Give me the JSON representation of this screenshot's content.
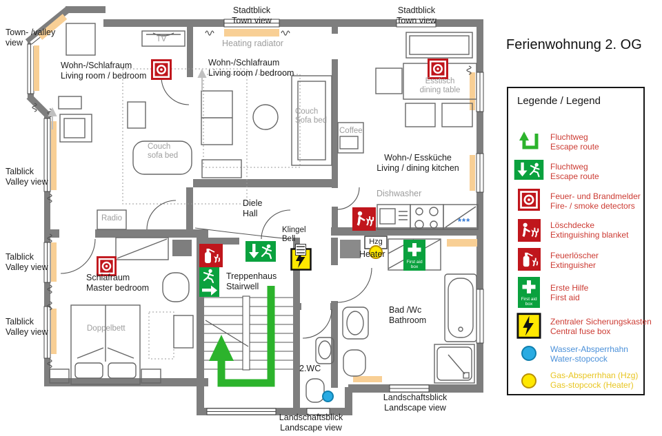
{
  "title": "Ferienwohnung 2. OG",
  "colors": {
    "wall": "#7e7e7e",
    "radiator": "#f8cf95",
    "escape_green": "#2cb32c",
    "sign_green": "#0aa13e",
    "alarm_red": "#c0161c",
    "fuse_yellow": "#ffe800",
    "water_blue": "#29abe2",
    "legend_red_text": "#cc3b33",
    "legend_blue_text": "#4a90d9",
    "legend_yellow_text": "#e8c520"
  },
  "icons": {
    "escape_route_arrow": "escape-route-arrow-icon",
    "escape_route_sign": "escape-route-sign-icon",
    "smoke_detector": "smoke-detector-icon",
    "extinguishing_blanket": "extinguishing-blanket-icon",
    "fire_extinguisher": "fire-extinguisher-icon",
    "first_aid": "first-aid-icon",
    "fuse_box": "fuse-box-icon",
    "water_stopcock": "water-stopcock-icon",
    "gas_stopcock": "gas-stopcock-icon",
    "radiator_coil": "radiator-coil-icon",
    "doorbell": "doorbell-icon"
  },
  "plan": {
    "exterior": {
      "town_valley_view": {
        "line1": "Town- /valley",
        "line2": "view"
      },
      "stadtblick_left": {
        "line1": "Stadtblick",
        "line2": "Town view"
      },
      "stadtblick_right": {
        "line1": "Stadtblick",
        "line2": "Town view"
      },
      "talblick_1": {
        "line1": "Talblick",
        "line2": "Valley view"
      },
      "talblick_2": {
        "line1": "Talblick",
        "line2": "Valley view"
      },
      "talblick_3": {
        "line1": "Talblick",
        "line2": "Valley view"
      },
      "landschaftsblick_right": {
        "line1": "Landschaftsblick",
        "line2": "Landscape view"
      },
      "landschaftsblick_bottom": {
        "line1": "Landschaftsblick",
        "line2": "Landscape view"
      }
    },
    "rooms": {
      "living1": {
        "line1": "Wohn-/Schlafraum",
        "line2": "Living room / bedroom"
      },
      "living2": {
        "line1": "Wohn-/Schlafraum",
        "line2": "Living room / bedroom"
      },
      "kitchen": {
        "line1": "Wohn-/ Essküche",
        "line2": "Living / dining kitchen"
      },
      "hall": {
        "line1": "Diele",
        "line2": "Hall"
      },
      "stairwell": {
        "line1": "Treppenhaus",
        "line2": "Stairwell"
      },
      "bedroom": {
        "line1": "Schlafraum",
        "line2": "Master bedroom"
      },
      "bathroom": {
        "line1": "Bad /Wc",
        "line2": "Bathroom"
      },
      "wc": "2.WC"
    },
    "furniture": {
      "tv": "TV",
      "heating_radiator": "Heating radiator",
      "couch1": {
        "line1": "Couch",
        "line2": "sofa bed"
      },
      "couch2": {
        "line1": "Couch",
        "line2": "Sofa bed"
      },
      "esstisch": {
        "line1": "Esstisch",
        "line2": "dining table"
      },
      "coffee": "Coffee",
      "dishwasher": "Dishwasher",
      "radio": "Radio",
      "doppelbett": "Doppelbett",
      "stars": "***",
      "klingel": {
        "line1": "Klingel",
        "line2": "Bell"
      },
      "hzg": "Hzg",
      "heater": "Heater"
    },
    "signs": {
      "first_aid_box": {
        "line1": "First aid",
        "line2": "box"
      }
    }
  },
  "legend": {
    "title": "Legende / Legend",
    "items": [
      {
        "icon": "escape-route-arrow-icon",
        "line1": "Fluchtweg",
        "line2": "Escape route"
      },
      {
        "icon": "escape-route-sign-icon",
        "line1": "Fluchtweg",
        "line2": "Escape route"
      },
      {
        "icon": "smoke-detector-icon",
        "line1": "Feuer- und Brandmelder",
        "line2": "Fire- / smoke detectors"
      },
      {
        "icon": "extinguishing-blanket-icon",
        "line1": "Löschdecke",
        "line2": "Extinguishing blanket"
      },
      {
        "icon": "fire-extinguisher-icon",
        "line1": "Feuerlöscher",
        "line2": "Extinguisher"
      },
      {
        "icon": "first-aid-icon",
        "line1": "Erste Hilfe",
        "line2": "First aid"
      },
      {
        "icon": "fuse-box-icon",
        "line1": "Zentraler Sicherungskasten",
        "line2": "Central fuse box"
      },
      {
        "icon": "water-stopcock-icon",
        "line1": "Wasser-Absperrhahn",
        "line2": "Water-stopcock"
      },
      {
        "icon": "gas-stopcock-icon",
        "line1": "Gas-Absperrhhan (Hzg)",
        "line2": "Gas-stopcock (Heater)"
      }
    ]
  }
}
